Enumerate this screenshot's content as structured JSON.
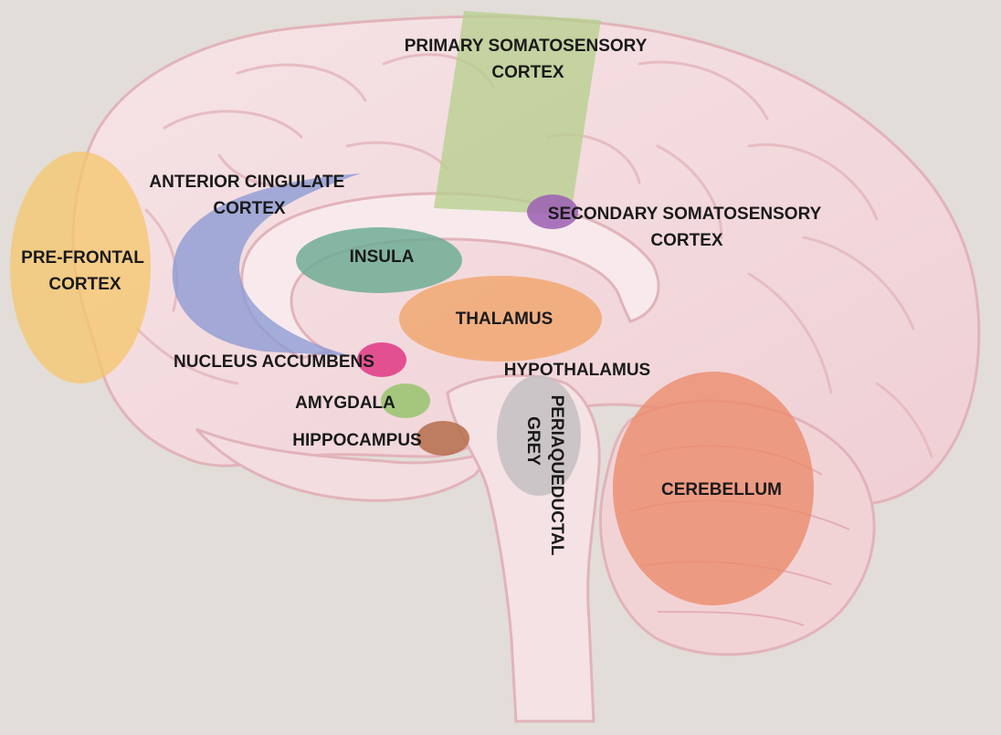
{
  "diagram": {
    "regions": [
      {
        "id": "pre-frontal-cortex",
        "label_lines": [
          "PRE-FRONTAL",
          "CORTEX"
        ],
        "color": "#f5c66e"
      },
      {
        "id": "anterior-cingulate-cortex",
        "label_lines": [
          "ANTERIOR CINGULATE",
          "CORTEX"
        ],
        "color": "#8c9ad4"
      },
      {
        "id": "primary-somatosensory-cortex",
        "label_lines": [
          "PRIMARY SOMATOSENSORY",
          "CORTEX"
        ],
        "color": "#b6cf8e"
      },
      {
        "id": "secondary-somatosensory-cortex",
        "label_lines": [
          "SECONDARY SOMATOSENSORY",
          "CORTEX"
        ],
        "color": "#9b5fb3"
      },
      {
        "id": "insula",
        "label_lines": [
          "INSULA"
        ],
        "color": "#6aab92"
      },
      {
        "id": "thalamus",
        "label_lines": [
          "THALAMUS"
        ],
        "color": "#f0a66c"
      },
      {
        "id": "nucleus-accumbens",
        "label_lines": [
          "NUCLEUS ACCUMBENS"
        ],
        "color": "#e0408a"
      },
      {
        "id": "hypothalamus",
        "label_lines": [
          "HYPOTHALAMUS"
        ],
        "color": ""
      },
      {
        "id": "amygdala",
        "label_lines": [
          "AMYGDALA"
        ],
        "color": "#98c46c"
      },
      {
        "id": "hippocampus",
        "label_lines": [
          "HIPPOCAMPUS"
        ],
        "color": "#b56d4a"
      },
      {
        "id": "periaqueductal-grey",
        "label_lines": [
          "PERIAQUEDUCTAL",
          "GREY"
        ],
        "color": "#c4c0c2"
      },
      {
        "id": "cerebellum",
        "label_lines": [
          "CEREBELLUM"
        ],
        "color": "#ec8a6a"
      }
    ]
  }
}
